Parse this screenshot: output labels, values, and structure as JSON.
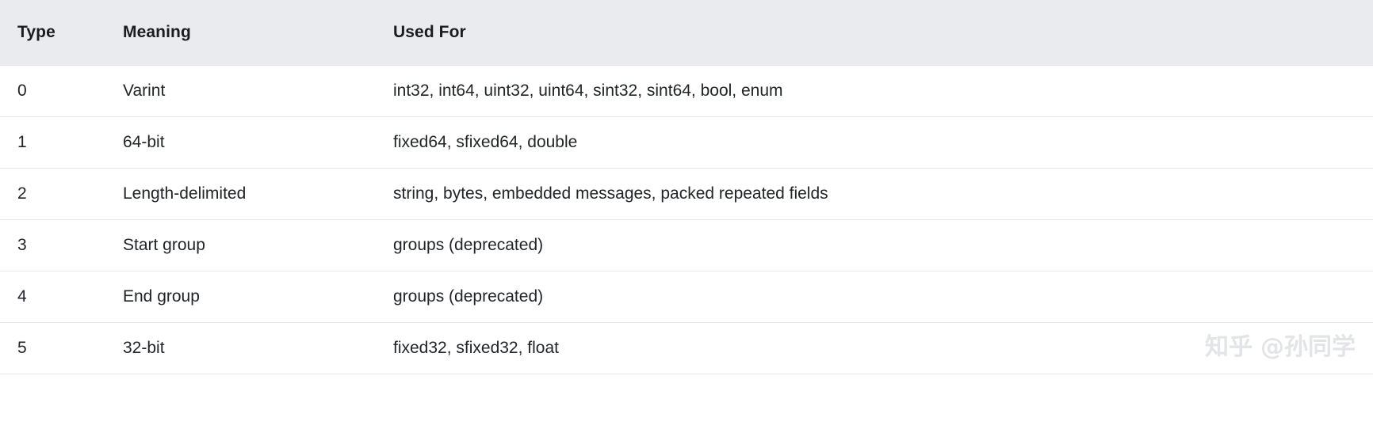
{
  "table": {
    "columns": [
      {
        "key": "type",
        "label": "Type"
      },
      {
        "key": "meaning",
        "label": "Meaning"
      },
      {
        "key": "used_for",
        "label": "Used For"
      }
    ],
    "rows": [
      {
        "type": "0",
        "meaning": "Varint",
        "used_for": "int32, int64, uint32, uint64, sint32, sint64, bool, enum"
      },
      {
        "type": "1",
        "meaning": "64-bit",
        "used_for": "fixed64, sfixed64, double"
      },
      {
        "type": "2",
        "meaning": "Length-delimited",
        "used_for": "string, bytes, embedded messages, packed repeated fields"
      },
      {
        "type": "3",
        "meaning": "Start group",
        "used_for": "groups (deprecated)"
      },
      {
        "type": "4",
        "meaning": "End group",
        "used_for": "groups (deprecated)"
      },
      {
        "type": "5",
        "meaning": "32-bit",
        "used_for": "fixed32, sfixed32, float"
      }
    ]
  },
  "watermark": {
    "logo_text": "知乎",
    "user_text": "@孙同学",
    "color": "#e2e4e7"
  },
  "colors": {
    "header_bg": "#e9ebef",
    "header_text": "#1a1c20",
    "body_text": "#212428",
    "row_border": "#e4e6e8",
    "page_bg": "#ffffff"
  }
}
